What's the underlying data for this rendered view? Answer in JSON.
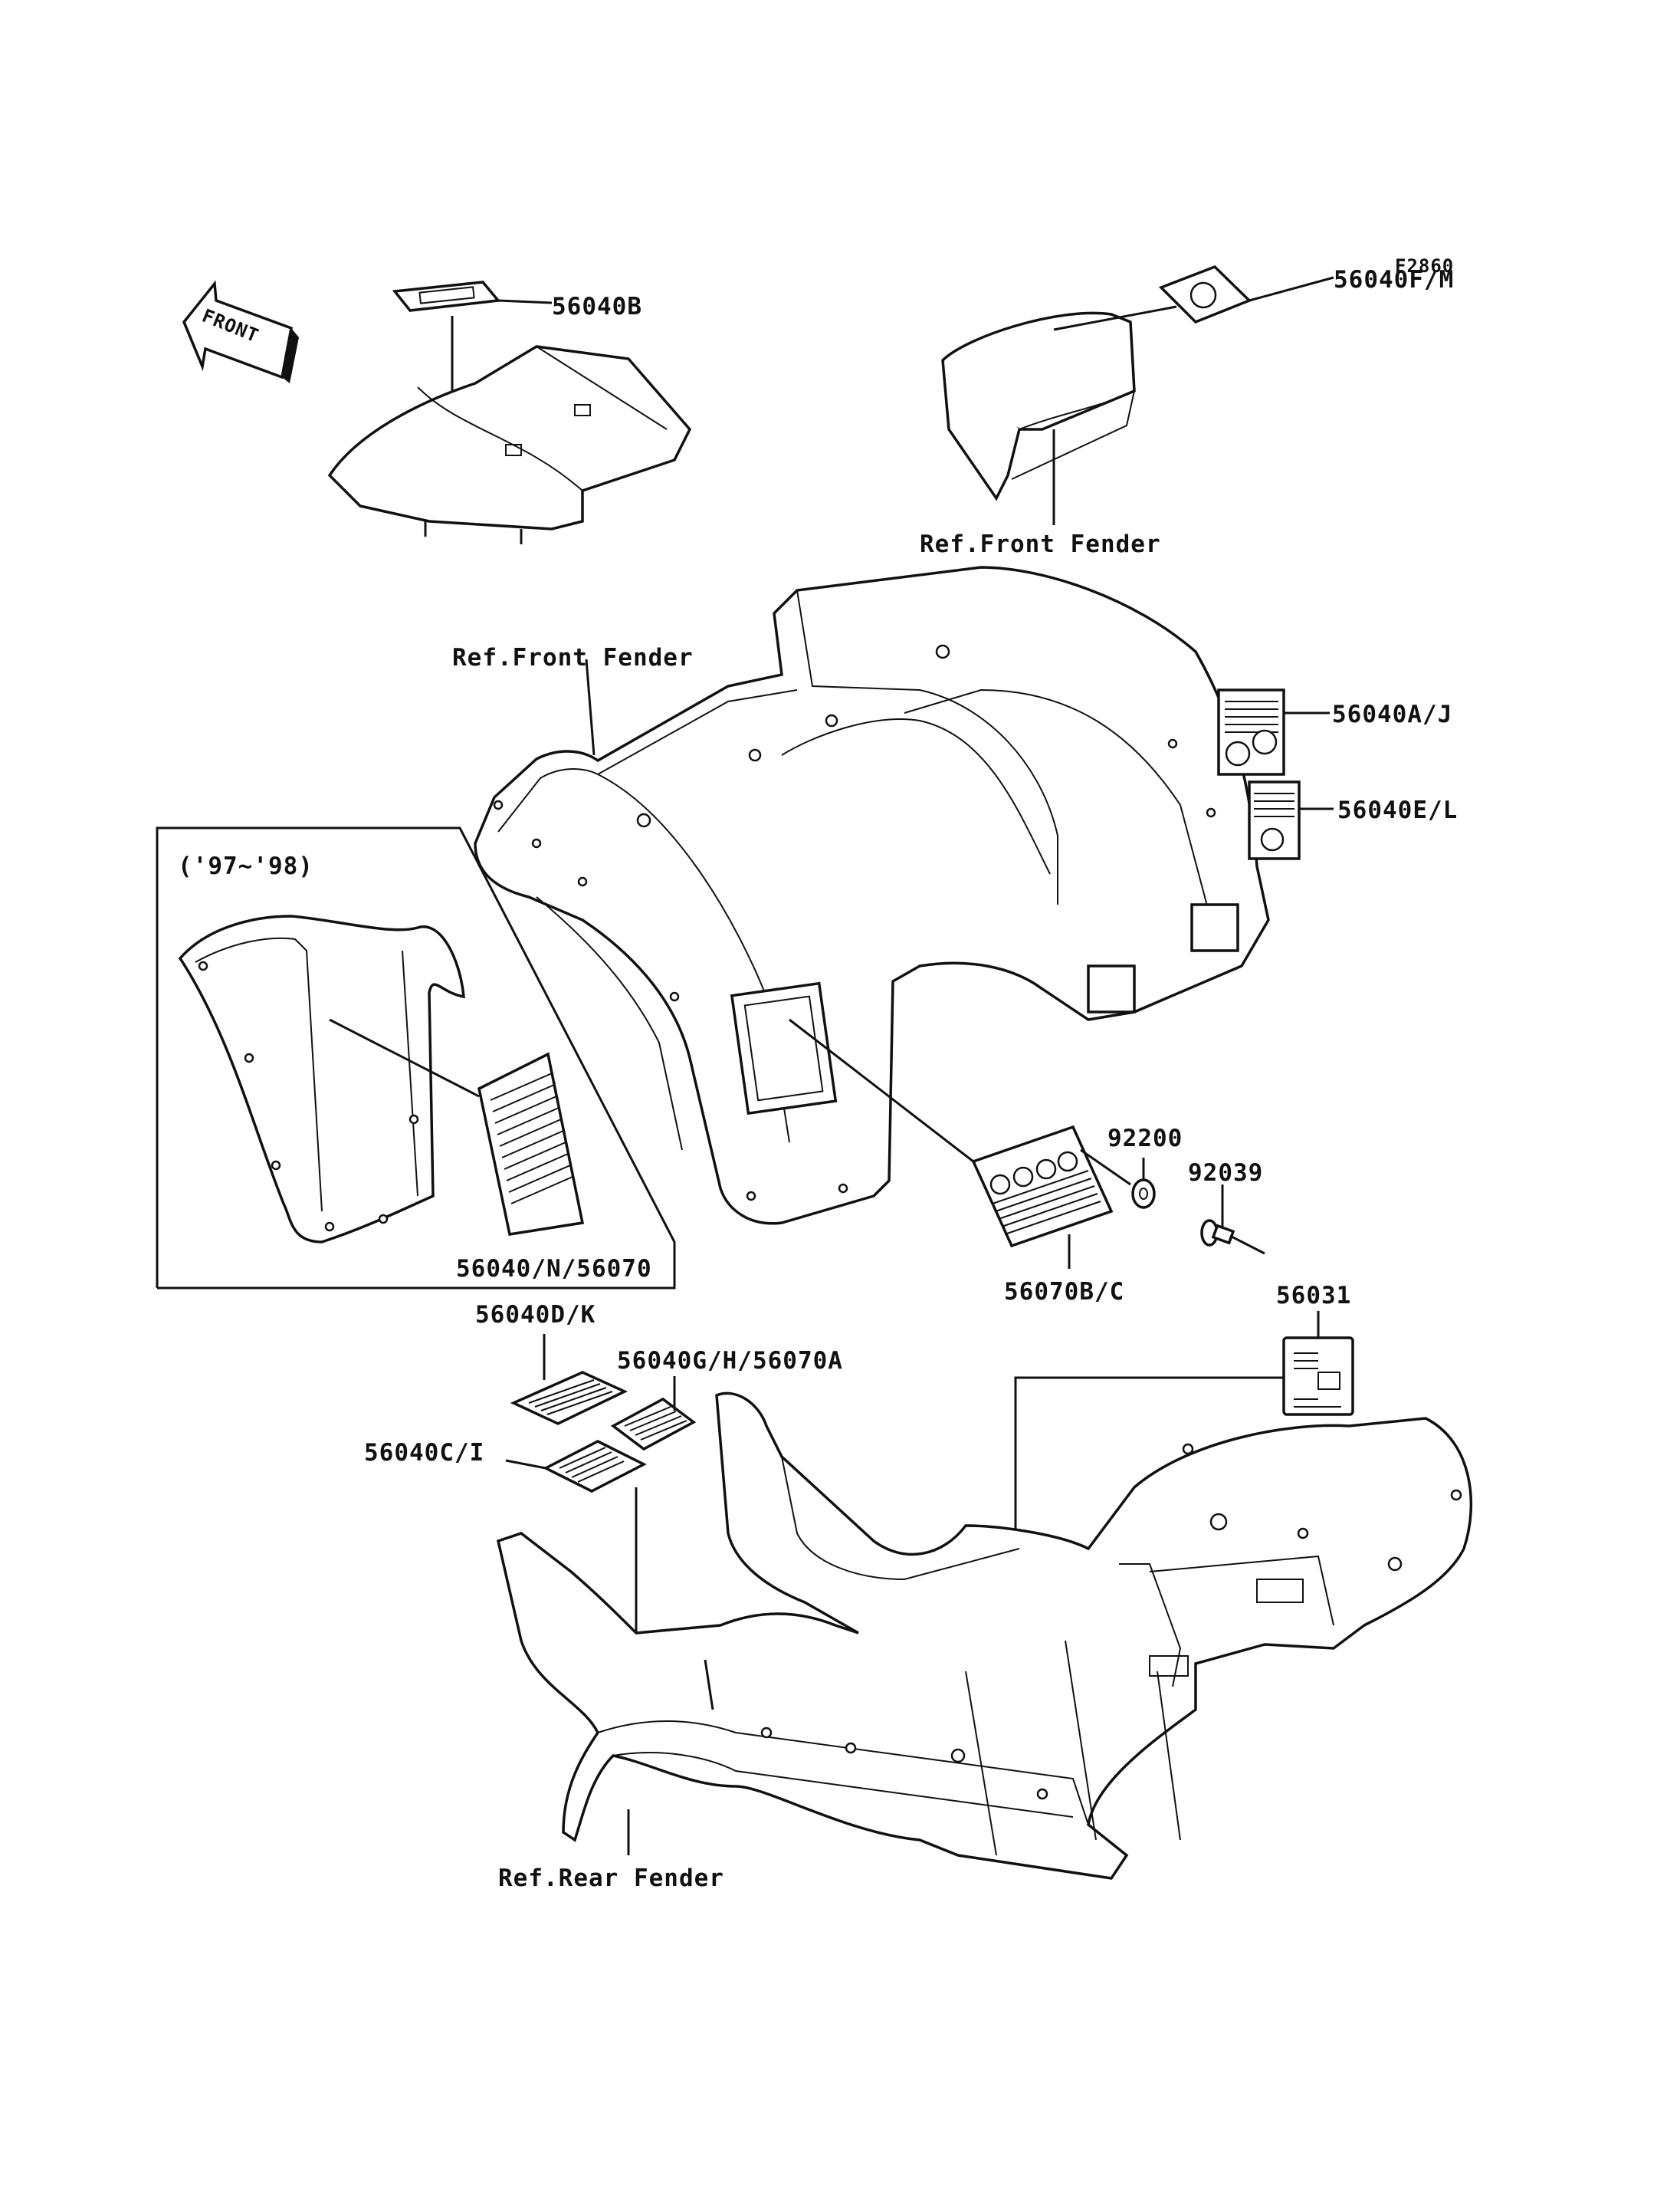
{
  "figure_code": "F2860",
  "front_arrow_text": "FRONT",
  "year_note": "('97~'98)",
  "labels": {
    "p56040B": "56040B",
    "p56040FM": "56040F/M",
    "ref_front_fender_1": "Ref.Front Fender",
    "ref_front_fender_2": "Ref.Front Fender",
    "p56040AJ": "56040A/J",
    "p56040EL": "56040E/L",
    "p92200": "92200",
    "p92039": "92039",
    "p56040N56070": "56040/N/56070",
    "p56070BC": "56070B/C",
    "p56040DK": "56040D/K",
    "p56040GH56070A": "56040G/H/56070A",
    "p56040CI": "56040C/I",
    "p56031": "56031",
    "ref_rear_fender": "Ref.Rear Fender"
  }
}
